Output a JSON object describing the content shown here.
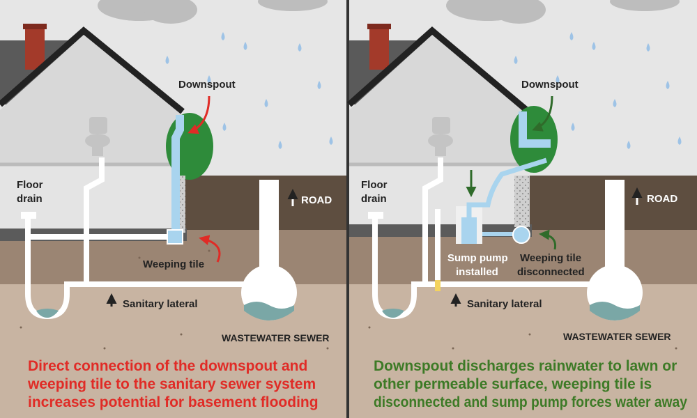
{
  "left_panel": {
    "labels": {
      "downspout": "Downspout",
      "floor_drain_1": "Floor",
      "floor_drain_2": "drain",
      "weeping_tile": "Weeping tile",
      "road": "ROAD",
      "sanitary_lateral": "Sanitary lateral",
      "wastewater_sewer": "WASTEWATER SEWER"
    },
    "caption": [
      "Direct connection of the downspout and",
      "weeping tile to the sanitary sewer system",
      "increases potential for basement flooding"
    ]
  },
  "right_panel": {
    "labels": {
      "downspout": "Downspout",
      "floor_drain_1": "Floor",
      "floor_drain_2": "drain",
      "sump_pump_1": "Sump pump",
      "sump_pump_2": "installed",
      "weeping_tile_1": "Weeping tile",
      "weeping_tile_2": "disconnected",
      "road": "ROAD",
      "sanitary_lateral": "Sanitary lateral",
      "wastewater_sewer": "WASTEWATER SEWER"
    },
    "caption": [
      "Downspout discharges rainwater to lawn or",
      "other permeable surface, weeping tile is",
      "disconnected and sump pump forces water away"
    ]
  },
  "colors": {
    "sky": "#e6e6e6",
    "soil_top": "#5e4e40",
    "soil_mid": "#9b8573",
    "soil_deep": "#c8b4a2",
    "house_wall": "#d8d8d8",
    "pipe": "#ffffff",
    "water": "#a9d4ee",
    "bush": "#2e8b3a",
    "arrow_left": "#e02b26",
    "arrow_right": "#2f6b2a",
    "caption_left": "#e02b26",
    "caption_right": "#3d7a26"
  }
}
